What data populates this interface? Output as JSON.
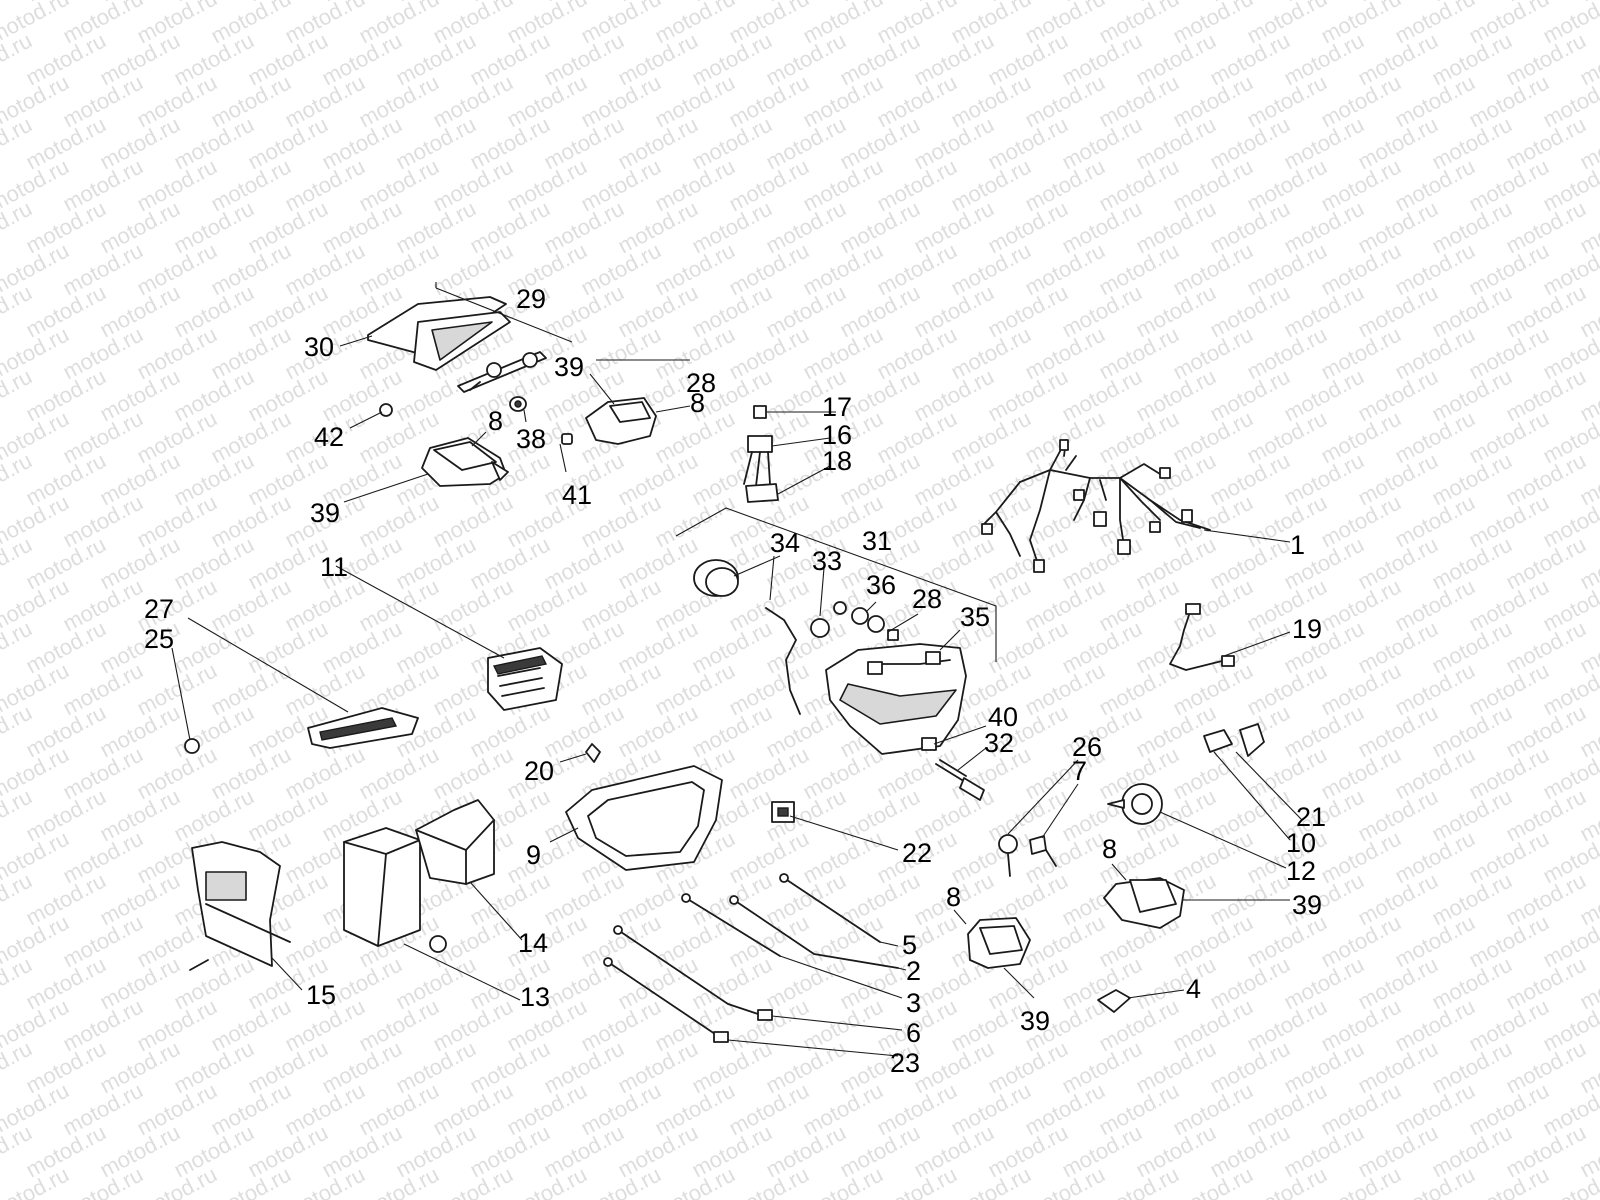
{
  "watermark": "motod.ru",
  "callouts": {
    "c1": "1",
    "c2": "2",
    "c3": "3",
    "c4": "4",
    "c5": "5",
    "c6": "6",
    "c7": "7",
    "c8a": "8",
    "c8b": "8",
    "c8c": "8",
    "c8d": "8",
    "c9": "9",
    "c10": "10",
    "c11": "11",
    "c12": "12",
    "c13": "13",
    "c14": "14",
    "c15": "15",
    "c16": "16",
    "c17": "17",
    "c18": "18",
    "c19": "19",
    "c20": "20",
    "c21": "21",
    "c22": "22",
    "c23": "23",
    "c25": "25",
    "c26": "26",
    "c27": "27",
    "c28a": "28",
    "c28b": "28",
    "c29": "29",
    "c30": "30",
    "c31": "31",
    "c32": "32",
    "c33": "33",
    "c34": "34",
    "c35": "35",
    "c36": "36",
    "c38": "38",
    "c39a": "39",
    "c39b": "39",
    "c39c": "39",
    "c39d": "39",
    "c40": "40",
    "c41": "41",
    "c42": "42"
  }
}
